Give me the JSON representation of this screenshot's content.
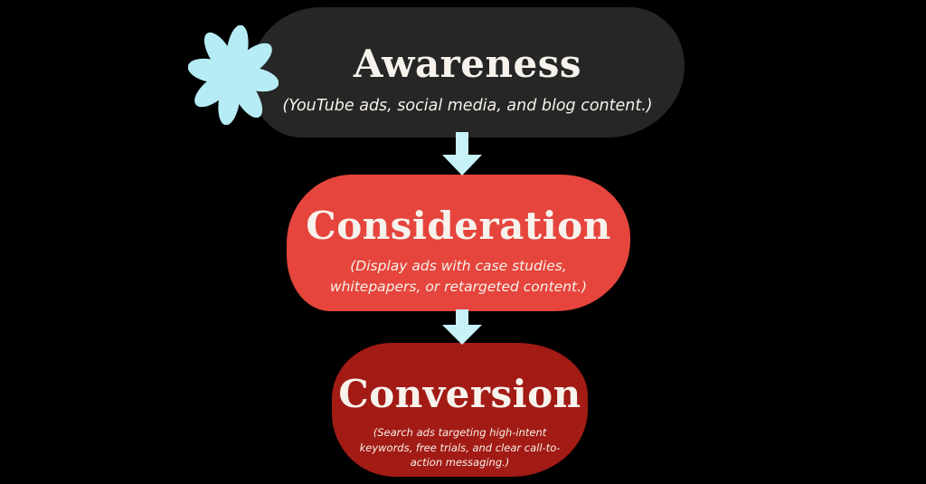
{
  "colors": {
    "background": "#000000",
    "awareness_fill": "#262626",
    "consideration_fill": "#e5453d",
    "conversion_fill": "#a21b15",
    "flower_cyan": "#b5ecf5",
    "arrow_cyan": "#c7f2f8",
    "title_text": "#f7f3ec"
  },
  "stages": [
    {
      "title": "Awareness",
      "subtitle": "(YouTube ads, social media, and blog content.)",
      "fill": "#262626"
    },
    {
      "title": "Consideration",
      "subtitle": "(Display ads with case studies, whitepapers, or retargeted content.)",
      "fill": "#e5453d"
    },
    {
      "title": "Conversion",
      "subtitle": "(Search ads targeting high-intent keywords, free trials, and clear call-to-action messaging.)",
      "fill": "#a21b15"
    }
  ],
  "icons": {
    "flower": "flower-asterisk-icon",
    "arrow": "down-arrow-icon"
  }
}
